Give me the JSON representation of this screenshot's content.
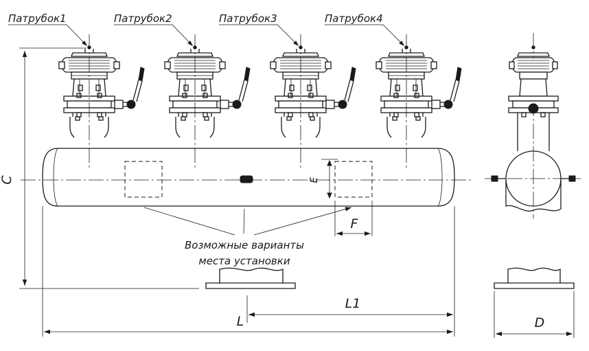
{
  "nozzles": [
    {
      "label": "Патрубок1"
    },
    {
      "label": "Патрубок2"
    },
    {
      "label": "Патрубок3"
    },
    {
      "label": "Патрубок4"
    }
  ],
  "note": {
    "line1": "Возможные варианты",
    "line2": "места установки"
  },
  "dimensions": {
    "C": "C",
    "E": "E",
    "F": "F",
    "L": "L",
    "L1": "L1",
    "D": "D"
  }
}
